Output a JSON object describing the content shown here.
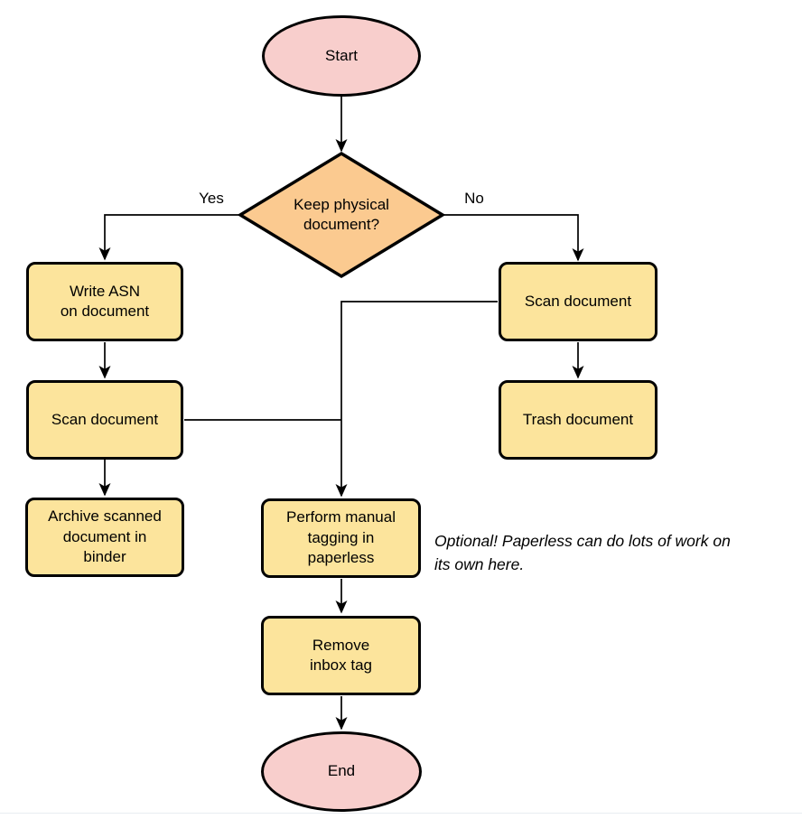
{
  "diagram": {
    "type": "flowchart",
    "topic": "paperless document intake workflow",
    "nodes": {
      "start": {
        "label": "Start",
        "shape": "ellipse"
      },
      "decision_keep_physical": {
        "label": "Keep physical\ndocument?",
        "shape": "diamond"
      },
      "write_asn": {
        "label": "Write ASN\non document",
        "shape": "process"
      },
      "scan_document_left": {
        "label": "Scan document",
        "shape": "process"
      },
      "archive_binder": {
        "label": "Archive scanned\ndocument in\nbinder",
        "shape": "process"
      },
      "scan_document_right": {
        "label": "Scan document",
        "shape": "process"
      },
      "trash_document": {
        "label": "Trash document",
        "shape": "process"
      },
      "manual_tagging": {
        "label": "Perform manual\ntagging in\npaperless",
        "shape": "process"
      },
      "remove_inbox_tag": {
        "label": "Remove\ninbox tag",
        "shape": "process"
      },
      "end": {
        "label": "End",
        "shape": "ellipse"
      }
    },
    "edge_labels": {
      "yes": "Yes",
      "no": "No"
    },
    "note": "Optional! Paperless can do lots of work on\nits own here.",
    "colors": {
      "terminal_fill": "#F8CECC",
      "decision_fill": "#FBCA90",
      "process_fill": "#FCE49C",
      "stroke": "#000000",
      "note_text": "#000000"
    }
  }
}
